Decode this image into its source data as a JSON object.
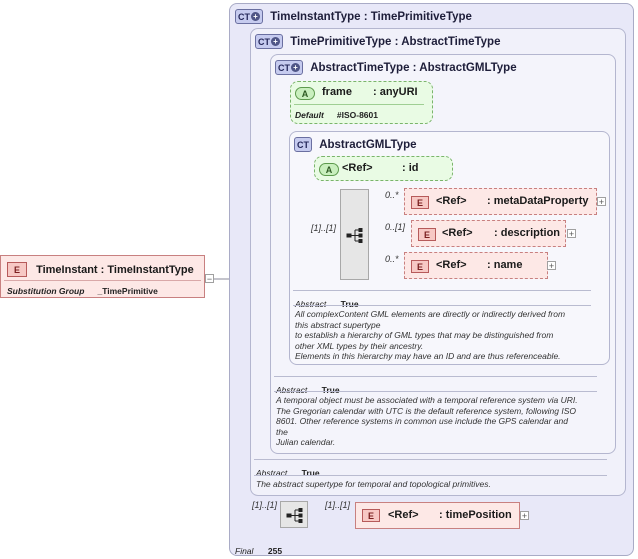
{
  "root_element": {
    "badge": "E",
    "name": "TimeInstant : TimeInstantType",
    "prop_label": "Substitution Group",
    "prop_value": "_TimePrimitive"
  },
  "time_instant_type": {
    "badge": "CT",
    "title": "TimeInstantType : TimePrimitiveType",
    "final_label": "Final",
    "final_value": "255",
    "time_position": {
      "card_left": "[1]..[1]",
      "card_right": "[1]..[1]",
      "badge": "E",
      "ref": "<Ref>",
      "name": ": timePosition"
    }
  },
  "time_primitive_type": {
    "badge": "CT",
    "title": "TimePrimitiveType : AbstractTimeType",
    "abstract_label": "Abstract",
    "abstract_value": "True",
    "doc": "The abstract supertype for temporal and topological primitives."
  },
  "abstract_time_type": {
    "badge": "CT",
    "title": "AbstractTimeType : AbstractGMLType",
    "frame": {
      "badge": "A",
      "name": "frame",
      "type": ": anyURI",
      "default_label": "Default",
      "default_value": "#ISO-8601"
    },
    "abstract_label": "Abstract",
    "abstract_value": "True",
    "doc": [
      "A temporal object must be associated with a temporal reference system via URI.",
      "The Gregorian calendar with UTC is the default reference system, following ISO",
      "8601. Other reference systems in common use include the GPS calendar and",
      "the",
      "Julian calendar."
    ]
  },
  "abstract_gml_type": {
    "badge": "CT",
    "title": "AbstractGMLType",
    "id_attr": {
      "badge": "A",
      "ref": "<Ref>",
      "name": ": id"
    },
    "seq_card": "[1]..[1]",
    "children": [
      {
        "card": "0..*",
        "badge": "E",
        "ref": "<Ref>",
        "name": ": metaDataProperty"
      },
      {
        "card": "0..[1]",
        "badge": "E",
        "ref": "<Ref>",
        "name": ": description"
      },
      {
        "card": "0..*",
        "badge": "E",
        "ref": "<Ref>",
        "name": ": name"
      }
    ],
    "abstract_label": "Abstract",
    "abstract_value": "True",
    "doc": [
      "All complexContent GML elements are directly or indirectly derived from",
      "this abstract supertype",
      "to establish a hierarchy of GML types that may be distinguished from",
      "other XML types by their ancestry.",
      "Elements in this hierarchy may have an ID and are thus referenceable."
    ]
  },
  "colors": {
    "ct_fill": "#e8e8f8",
    "element_fill": "#fde8e6",
    "attribute_fill": "#e9fbe4"
  }
}
